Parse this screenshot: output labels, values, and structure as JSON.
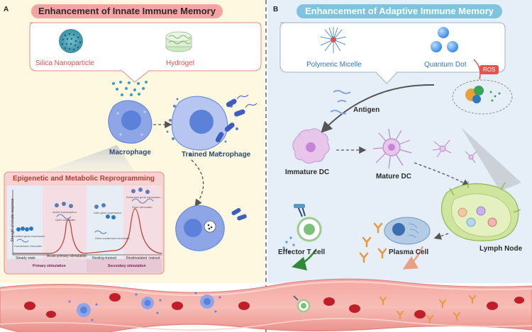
{
  "panel_a": {
    "letter": "A",
    "title": "Enhancement of Innate Immune Memory",
    "materials": {
      "silica": "Silica Nanoparticle",
      "hydrogel": "Hydrogel"
    },
    "macrophage": "Macrophage",
    "trained_macrophage": "Trained Macrophage",
    "reprogramming": {
      "title": "Epigenetic and Metabolic Reprogramming",
      "y_axis": "Strength of innate response",
      "phase_labels": {
        "steady": "Steady state",
        "acute": "Acute primary stimulation",
        "resting": "Resting-trained",
        "restimulated": "Restimulated -trained",
        "primary": "Primary stimulation",
        "secondary": "Secondary stimulation"
      },
      "annotations": {
        "limited": "Limited gene expression",
        "condensed": "Condensed chromatin",
        "histone": "Active transcription",
        "open1": "Open chromatin",
        "little": "Little gene expression",
        "semi": "Semi-condensed chromatin",
        "enhanced": "Enhanced gene expression",
        "open2": "Open chromatin"
      }
    }
  },
  "panel_b": {
    "letter": "B",
    "title": "Enhancement of Adaptive Immune Memory",
    "materials": {
      "micelle": "Polymeric Micelle",
      "qdot": "Quantum Dot"
    },
    "ros": "ROS",
    "antigen": "Antigen",
    "immature_dc": "Immature DC",
    "mature_dc": "Mature DC",
    "lymph_node": "Lymph Node",
    "effector_t": "Effector T cell",
    "plasma": "Plasma Cell"
  },
  "colors": {
    "panel_a_bg": "#fdf8df",
    "panel_b_bg": "#e6eef8",
    "banner_a": "#f6a3a3",
    "banner_b": "#7fc4de",
    "material_red": "#d9534f",
    "material_blue": "#2b78bd",
    "macrophage_blue": "#5b82d8",
    "vessel": "#e9928b"
  }
}
